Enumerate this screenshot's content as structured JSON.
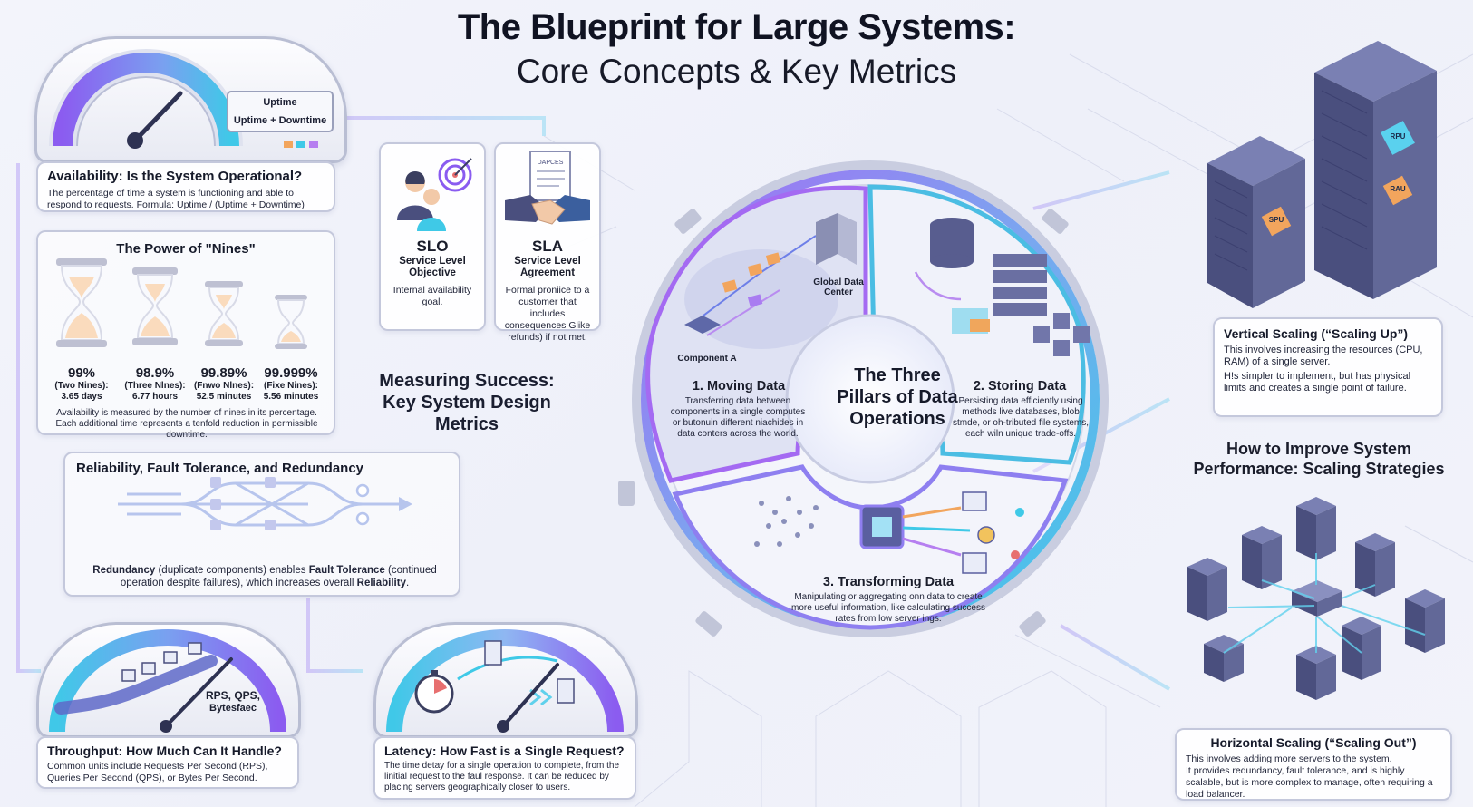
{
  "header": {
    "title": "The Blueprint for Large Systems:",
    "subtitle": "Core Concepts & Key Metrics"
  },
  "availability": {
    "formula_numerator": "Uptime",
    "formula_denominator": "Uptime + Downtime",
    "title": "Availability: Is the System Operational?",
    "text": "The percentage of time a system is functioning and able to respond to requests. Formula: Uptime / (Uptime + Downtime)"
  },
  "nines": {
    "title": "The Power of \"Nines\"",
    "items": [
      {
        "value": "99%",
        "label": "(Two Nines):",
        "downtime": "3.65 days"
      },
      {
        "value": "98.9%",
        "label": "(Three Nlnes):",
        "downtime": "6.77 hours"
      },
      {
        "value": "99.89%",
        "label": "(Fnwo Nlnes):",
        "downtime": "52.5 minutes"
      },
      {
        "value": "99.999%",
        "label": "(Fixe Nines):",
        "downtime": "5.56 minutes"
      }
    ],
    "footer": "Availability is measured by the number of nines in its percentage. Each additional time represents a tenfold reduction in permissible downtime."
  },
  "slo": {
    "abbr": "SLO",
    "name_line1": "Service Level",
    "name_line2": "Objective",
    "text": "Internal availability goal."
  },
  "sla": {
    "doc_label": "DAPCES",
    "abbr": "SLA",
    "name_line1": "Service Level",
    "name_line2": "Agreement",
    "text": "Formal proniice to a customer that includes consequences Glike refunds) if not met."
  },
  "measuring": {
    "line1": "Measuring Success:",
    "line2": "Key System Design",
    "line3": "Metrics"
  },
  "reliability": {
    "title": "Reliability, Fault Tolerance, and Redundancy",
    "text_bold1": "Redundancy",
    "text_part1": " (duplicate components) enables ",
    "text_bold2": "Fault Tolerance",
    "text_part2": " (continued operation despite failures), which increases overall ",
    "text_bold3": "Reliability",
    "text_part3": "."
  },
  "throughput": {
    "gauge_label_line1": "RPS, QPS,",
    "gauge_label_line2": "Bytesfaec",
    "title": "Throughput: How Much Can It Handle?",
    "text": "Common units include Requests Per Second (RPS), Queries Per Second (QPS), or Bytes Per Second."
  },
  "latency": {
    "title": "Latency: How Fast is a Single Request?",
    "text": "The time detay for a single operation to complete, from the linitial request to the faul response. It can be reduced by placing servers geographically closer to users."
  },
  "pillars": {
    "center_line1": "The Three",
    "center_line2": "Pillars of Data",
    "center_line3": "Operations",
    "label_datacenter_line1": "Global Data",
    "label_datacenter_line2": "Center",
    "label_component": "Component A",
    "moving_title": "1. Moving Data",
    "moving_text": "Transferring data between components in a single computes or butonuin different niachides in data conters across the world.",
    "storing_title": "2. Storing Data",
    "storing_text": "Persisting data efficiently using methods live databases, blob stmde, or oh-tributed file systems, each wiln unique trade-offs.",
    "transforming_title": "3. Transforming Data",
    "transforming_text": "Manipulating or aggregating onn data to create more useful information, like calculating success rates from low server ings."
  },
  "scaling": {
    "rack_chip1": "RPU",
    "rack_chip2": "RAU",
    "rack_chip3": "SPU",
    "vertical_title": "Vertical Scaling (“Scaling Up”)",
    "vertical_text1": "This involves increasing the resources (CPU, RAM) of a single server.",
    "vertical_text2": "H!s simpler to implement, but has physical limits and creates a single point of failure.",
    "heading_line1": "How to Improve System",
    "heading_line2": "Performance: Scaling Strategies",
    "horizontal_title": "Horizontal Scaling (“Scaling Out”)",
    "horizontal_text1": "This involves adding more servers to the system.",
    "horizontal_text2": "It provides redundancy, fault tolerance, and is highly scalable, but is more complex to manage, often requiring a load balancer."
  },
  "colors": {
    "accent_purple": "#8a5cf0",
    "accent_cyan": "#3cc6e6",
    "hourglass_sand": "#f3a55a",
    "server_navy": "#4a4f7e"
  }
}
